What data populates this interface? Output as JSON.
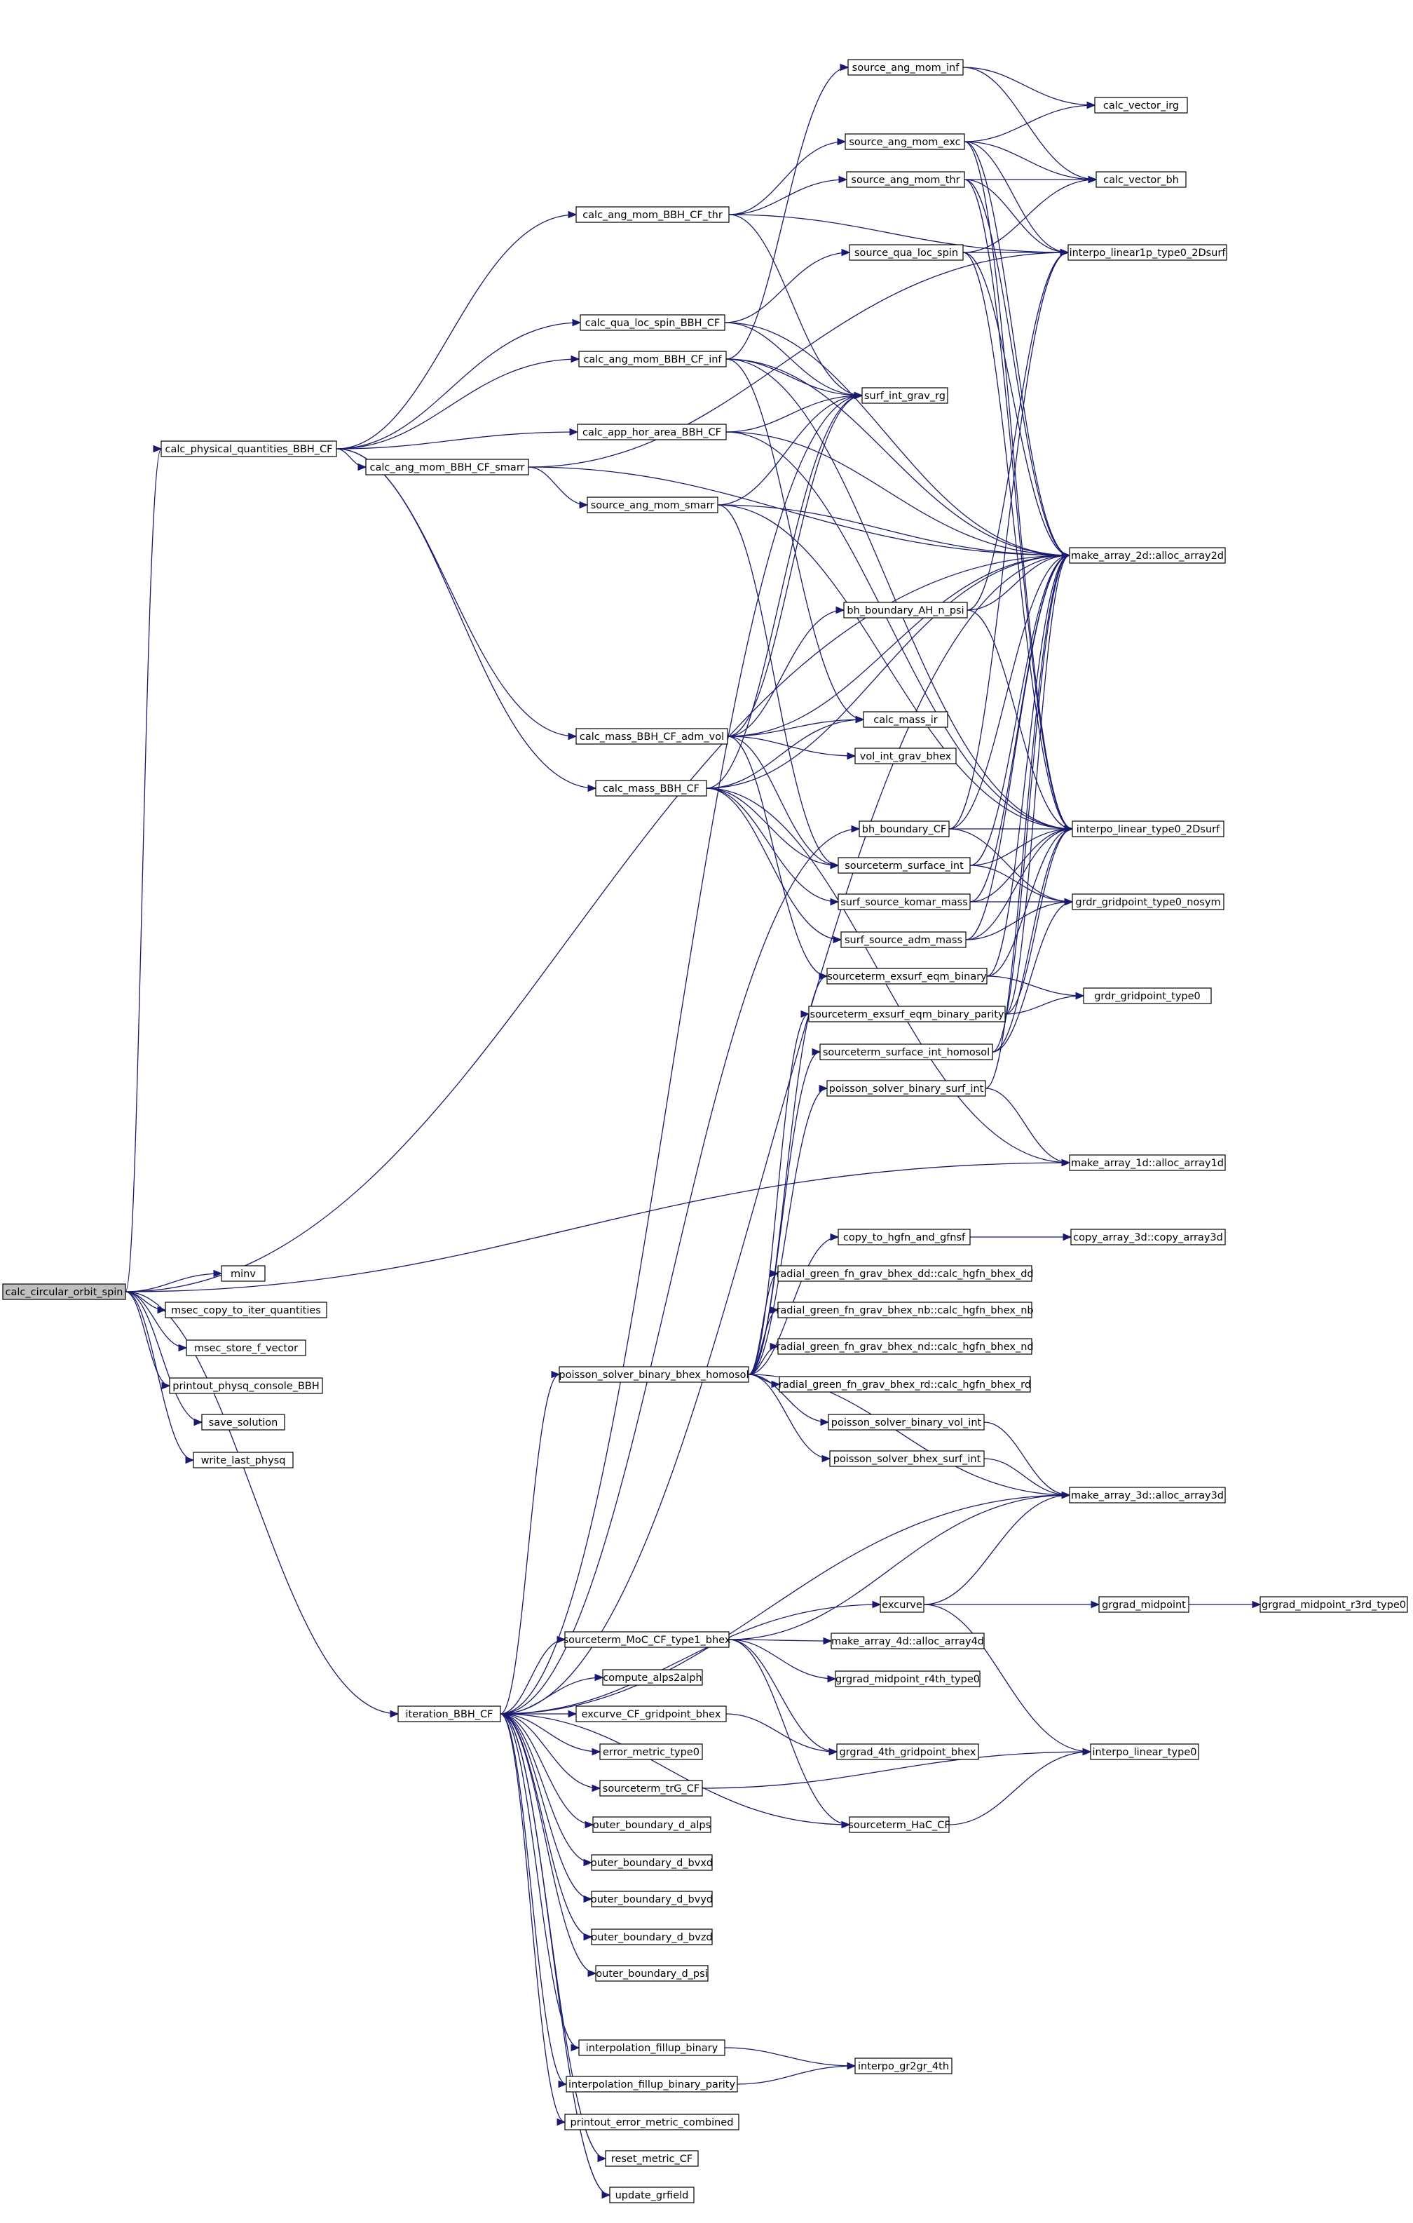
{
  "graph": {
    "root": "calc_circular_orbit_spin",
    "nodes": [
      {
        "id": "calc_circular_orbit_spin"
      },
      {
        "id": "calc_physical_quantities_BBH_CF"
      },
      {
        "id": "iteration_BBH_CF"
      },
      {
        "id": "make_array_1d::alloc_array1d"
      },
      {
        "id": "minv"
      },
      {
        "id": "msec_copy_to_iter_quantities"
      },
      {
        "id": "msec_store_f_vector"
      },
      {
        "id": "printout_physq_console_BBH"
      },
      {
        "id": "save_solution"
      },
      {
        "id": "write_last_physq"
      },
      {
        "id": "calc_ang_mom_BBH_CF_thr"
      },
      {
        "id": "calc_qua_loc_spin_BBH_CF"
      },
      {
        "id": "calc_ang_mom_BBH_CF_inf"
      },
      {
        "id": "calc_app_hor_area_BBH_CF"
      },
      {
        "id": "calc_ang_mom_BBH_CF_smarr"
      },
      {
        "id": "calc_mass_BBH_CF_adm_vol"
      },
      {
        "id": "calc_mass_BBH_CF"
      },
      {
        "id": "source_ang_mom_inf"
      },
      {
        "id": "source_ang_mom_exc"
      },
      {
        "id": "source_ang_mom_thr"
      },
      {
        "id": "source_qua_loc_spin"
      },
      {
        "id": "surf_int_grav_rg"
      },
      {
        "id": "source_ang_mom_smarr"
      },
      {
        "id": "bh_boundary_AH_n_psi"
      },
      {
        "id": "calc_mass_ir"
      },
      {
        "id": "vol_int_grav_bhex"
      },
      {
        "id": "bh_boundary_CF"
      },
      {
        "id": "sourceterm_surface_int"
      },
      {
        "id": "surf_source_komar_mass"
      },
      {
        "id": "surf_source_adm_mass"
      },
      {
        "id": "sourceterm_exsurf_eqm_binary"
      },
      {
        "id": "sourceterm_exsurf_eqm_binary_parity"
      },
      {
        "id": "sourceterm_surface_int_homosol"
      },
      {
        "id": "poisson_solver_binary_surf_int"
      },
      {
        "id": "calc_vector_irg"
      },
      {
        "id": "calc_vector_bh"
      },
      {
        "id": "interpo_linear1p_type0_2Dsurf"
      },
      {
        "id": "make_array_2d::alloc_array2d"
      },
      {
        "id": "interpo_linear_type0_2Dsurf"
      },
      {
        "id": "grdr_gridpoint_type0_nosym"
      },
      {
        "id": "grdr_gridpoint_type0"
      },
      {
        "id": "copy_to_hgfn_and_gfnsf"
      },
      {
        "id": "copy_array_3d::copy_array3d"
      },
      {
        "id": "radial_green_fn_grav_bhex_dd::calc_hgfn_bhex_dd"
      },
      {
        "id": "radial_green_fn_grav_bhex_nb::calc_hgfn_bhex_nb"
      },
      {
        "id": "radial_green_fn_grav_bhex_nd::calc_hgfn_bhex_nd"
      },
      {
        "id": "radial_green_fn_grav_bhex_rd::calc_hgfn_bhex_rd"
      },
      {
        "id": "poisson_solver_binary_bhex_homosol"
      },
      {
        "id": "poisson_solver_binary_vol_int"
      },
      {
        "id": "poisson_solver_bhex_surf_int"
      },
      {
        "id": "make_array_3d::alloc_array3d"
      },
      {
        "id": "excurve"
      },
      {
        "id": "grgrad_midpoint"
      },
      {
        "id": "grgrad_midpoint_r3rd_type0"
      },
      {
        "id": "sourceterm_MoC_CF_type1_bhex"
      },
      {
        "id": "make_array_4d::alloc_array4d"
      },
      {
        "id": "grgrad_midpoint_r4th_type0"
      },
      {
        "id": "compute_alps2alph"
      },
      {
        "id": "excurve_CF_gridpoint_bhex"
      },
      {
        "id": "grgrad_4th_gridpoint_bhex"
      },
      {
        "id": "error_metric_type0"
      },
      {
        "id": "sourceterm_trG_CF"
      },
      {
        "id": "interpo_linear_type0"
      },
      {
        "id": "sourceterm_HaC_CF"
      },
      {
        "id": "outer_boundary_d_alps"
      },
      {
        "id": "outer_boundary_d_bvxd"
      },
      {
        "id": "outer_boundary_d_bvyd"
      },
      {
        "id": "outer_boundary_d_bvzd"
      },
      {
        "id": "outer_boundary_d_psi"
      },
      {
        "id": "interpolation_fillup_binary"
      },
      {
        "id": "interpolation_fillup_binary_parity"
      },
      {
        "id": "interpo_gr2gr_4th"
      },
      {
        "id": "printout_error_metric_combined"
      },
      {
        "id": "reset_metric_CF"
      },
      {
        "id": "update_grfield"
      }
    ],
    "edges": [
      [
        "calc_circular_orbit_spin",
        "calc_physical_quantities_BBH_CF"
      ],
      [
        "calc_circular_orbit_spin",
        "iteration_BBH_CF"
      ],
      [
        "calc_circular_orbit_spin",
        "make_array_1d::alloc_array1d"
      ],
      [
        "calc_circular_orbit_spin",
        "make_array_2d::alloc_array2d"
      ],
      [
        "calc_circular_orbit_spin",
        "minv"
      ],
      [
        "calc_circular_orbit_spin",
        "msec_copy_to_iter_quantities"
      ],
      [
        "calc_circular_orbit_spin",
        "msec_store_f_vector"
      ],
      [
        "calc_circular_orbit_spin",
        "printout_physq_console_BBH"
      ],
      [
        "calc_circular_orbit_spin",
        "save_solution"
      ],
      [
        "calc_circular_orbit_spin",
        "write_last_physq"
      ],
      [
        "calc_physical_quantities_BBH_CF",
        "calc_ang_mom_BBH_CF_thr"
      ],
      [
        "calc_physical_quantities_BBH_CF",
        "calc_qua_loc_spin_BBH_CF"
      ],
      [
        "calc_physical_quantities_BBH_CF",
        "calc_ang_mom_BBH_CF_inf"
      ],
      [
        "calc_physical_quantities_BBH_CF",
        "calc_app_hor_area_BBH_CF"
      ],
      [
        "calc_physical_quantities_BBH_CF",
        "calc_ang_mom_BBH_CF_smarr"
      ],
      [
        "calc_physical_quantities_BBH_CF",
        "calc_mass_BBH_CF_adm_vol"
      ],
      [
        "calc_physical_quantities_BBH_CF",
        "calc_mass_BBH_CF"
      ],
      [
        "calc_ang_mom_BBH_CF_thr",
        "source_ang_mom_exc"
      ],
      [
        "calc_ang_mom_BBH_CF_thr",
        "source_ang_mom_thr"
      ],
      [
        "calc_ang_mom_BBH_CF_thr",
        "surf_int_grav_rg"
      ],
      [
        "calc_ang_mom_BBH_CF_thr",
        "interpo_linear1p_type0_2Dsurf"
      ],
      [
        "calc_qua_loc_spin_BBH_CF",
        "source_qua_loc_spin"
      ],
      [
        "calc_qua_loc_spin_BBH_CF",
        "surf_int_grav_rg"
      ],
      [
        "calc_qua_loc_spin_BBH_CF",
        "make_array_2d::alloc_array2d"
      ],
      [
        "calc_ang_mom_BBH_CF_inf",
        "source_ang_mom_inf"
      ],
      [
        "calc_ang_mom_BBH_CF_inf",
        "surf_int_grav_rg"
      ],
      [
        "calc_ang_mom_BBH_CF_inf",
        "make_array_2d::alloc_array2d"
      ],
      [
        "calc_ang_mom_BBH_CF_inf",
        "interpo_linear_type0_2Dsurf"
      ],
      [
        "calc_ang_mom_BBH_CF_inf",
        "calc_mass_ir"
      ],
      [
        "calc_app_hor_area_BBH_CF",
        "surf_int_grav_rg"
      ],
      [
        "calc_app_hor_area_BBH_CF",
        "make_array_2d::alloc_array2d"
      ],
      [
        "calc_app_hor_area_BBH_CF",
        "interpo_linear_type0_2Dsurf"
      ],
      [
        "calc_ang_mom_BBH_CF_smarr",
        "source_ang_mom_smarr"
      ],
      [
        "calc_ang_mom_BBH_CF_smarr",
        "interpo_linear1p_type0_2Dsurf"
      ],
      [
        "calc_ang_mom_BBH_CF_smarr",
        "make_array_2d::alloc_array2d"
      ],
      [
        "source_ang_mom_inf",
        "calc_vector_irg"
      ],
      [
        "source_ang_mom_inf",
        "calc_vector_bh"
      ],
      [
        "source_ang_mom_exc",
        "calc_vector_irg"
      ],
      [
        "source_ang_mom_exc",
        "calc_vector_bh"
      ],
      [
        "source_ang_mom_exc",
        "interpo_linear1p_type0_2Dsurf"
      ],
      [
        "source_ang_mom_exc",
        "make_array_2d::alloc_array2d"
      ],
      [
        "source_ang_mom_exc",
        "interpo_linear_type0_2Dsurf"
      ],
      [
        "source_ang_mom_thr",
        "calc_vector_bh"
      ],
      [
        "source_ang_mom_thr",
        "interpo_linear1p_type0_2Dsurf"
      ],
      [
        "source_ang_mom_thr",
        "make_array_2d::alloc_array2d"
      ],
      [
        "source_ang_mom_thr",
        "interpo_linear_type0_2Dsurf"
      ],
      [
        "source_qua_loc_spin",
        "calc_vector_bh"
      ],
      [
        "source_qua_loc_spin",
        "interpo_linear1p_type0_2Dsurf"
      ],
      [
        "source_qua_loc_spin",
        "make_array_2d::alloc_array2d"
      ],
      [
        "source_qua_loc_spin",
        "interpo_linear_type0_2Dsurf"
      ],
      [
        "source_ang_mom_smarr",
        "make_array_2d::alloc_array2d"
      ],
      [
        "source_ang_mom_smarr",
        "interpo_linear_type0_2Dsurf"
      ],
      [
        "source_ang_mom_smarr",
        "sourceterm_surface_int"
      ],
      [
        "source_ang_mom_smarr",
        "surf_int_grav_rg"
      ],
      [
        "calc_mass_BBH_CF_adm_vol",
        "surf_int_grav_rg"
      ],
      [
        "calc_mass_BBH_CF_adm_vol",
        "bh_boundary_AH_n_psi"
      ],
      [
        "calc_mass_BBH_CF_adm_vol",
        "calc_mass_ir"
      ],
      [
        "calc_mass_BBH_CF_adm_vol",
        "vol_int_grav_bhex"
      ],
      [
        "calc_mass_BBH_CF_adm_vol",
        "sourceterm_surface_int"
      ],
      [
        "calc_mass_BBH_CF_adm_vol",
        "sourceterm_exsurf_eqm_binary"
      ],
      [
        "calc_mass_BBH_CF_adm_vol",
        "make_array_2d::alloc_array2d"
      ],
      [
        "calc_mass_BBH_CF",
        "surf_int_grav_rg"
      ],
      [
        "calc_mass_BBH_CF",
        "calc_mass_ir"
      ],
      [
        "calc_mass_BBH_CF",
        "sourceterm_surface_int"
      ],
      [
        "calc_mass_BBH_CF",
        "surf_source_komar_mass"
      ],
      [
        "calc_mass_BBH_CF",
        "surf_source_adm_mass"
      ],
      [
        "calc_mass_BBH_CF",
        "make_array_1d::alloc_array1d"
      ],
      [
        "calc_mass_BBH_CF",
        "make_array_2d::alloc_array2d"
      ],
      [
        "bh_boundary_AH_n_psi",
        "interpo_linear1p_type0_2Dsurf"
      ],
      [
        "bh_boundary_AH_n_psi",
        "make_array_2d::alloc_array2d"
      ],
      [
        "bh_boundary_AH_n_psi",
        "interpo_linear_type0_2Dsurf"
      ],
      [
        "bh_boundary_CF",
        "interpo_linear1p_type0_2Dsurf"
      ],
      [
        "bh_boundary_CF",
        "make_array_2d::alloc_array2d"
      ],
      [
        "bh_boundary_CF",
        "interpo_linear_type0_2Dsurf"
      ],
      [
        "bh_boundary_CF",
        "grdr_gridpoint_type0_nosym"
      ],
      [
        "sourceterm_surface_int",
        "make_array_2d::alloc_array2d"
      ],
      [
        "sourceterm_surface_int",
        "interpo_linear_type0_2Dsurf"
      ],
      [
        "sourceterm_surface_int",
        "grdr_gridpoint_type0_nosym"
      ],
      [
        "surf_source_komar_mass",
        "make_array_2d::alloc_array2d"
      ],
      [
        "surf_source_komar_mass",
        "interpo_linear_type0_2Dsurf"
      ],
      [
        "surf_source_komar_mass",
        "grdr_gridpoint_type0_nosym"
      ],
      [
        "surf_source_adm_mass",
        "make_array_2d::alloc_array2d"
      ],
      [
        "surf_source_adm_mass",
        "interpo_linear_type0_2Dsurf"
      ],
      [
        "surf_source_adm_mass",
        "grdr_gridpoint_type0_nosym"
      ],
      [
        "sourceterm_exsurf_eqm_binary",
        "make_array_2d::alloc_array2d"
      ],
      [
        "sourceterm_exsurf_eqm_binary",
        "interpo_linear_type0_2Dsurf"
      ],
      [
        "sourceterm_exsurf_eqm_binary",
        "grdr_gridpoint_type0"
      ],
      [
        "sourceterm_exsurf_eqm_binary_parity",
        "make_array_2d::alloc_array2d"
      ],
      [
        "sourceterm_exsurf_eqm_binary_parity",
        "interpo_linear_type0_2Dsurf"
      ],
      [
        "sourceterm_exsurf_eqm_binary_parity",
        "grdr_gridpoint_type0"
      ],
      [
        "sourceterm_surface_int_homosol",
        "make_array_2d::alloc_array2d"
      ],
      [
        "sourceterm_surface_int_homosol",
        "interpo_linear_type0_2Dsurf"
      ],
      [
        "sourceterm_surface_int_homosol",
        "grdr_gridpoint_type0_nosym"
      ],
      [
        "poisson_solver_binary_surf_int",
        "make_array_1d::alloc_array1d"
      ],
      [
        "poisson_solver_binary_surf_int",
        "make_array_2d::alloc_array2d"
      ],
      [
        "copy_to_hgfn_and_gfnsf",
        "copy_array_3d::copy_array3d"
      ],
      [
        "iteration_BBH_CF",
        "surf_int_grav_rg"
      ],
      [
        "iteration_BBH_CF",
        "make_array_2d::alloc_array2d"
      ],
      [
        "iteration_BBH_CF",
        "bh_boundary_CF"
      ],
      [
        "iteration_BBH_CF",
        "make_array_3d::alloc_array3d"
      ],
      [
        "iteration_BBH_CF",
        "poisson_solver_binary_bhex_homosol"
      ],
      [
        "iteration_BBH_CF",
        "excurve"
      ],
      [
        "iteration_BBH_CF",
        "sourceterm_MoC_CF_type1_bhex"
      ],
      [
        "iteration_BBH_CF",
        "compute_alps2alph"
      ],
      [
        "iteration_BBH_CF",
        "excurve_CF_gridpoint_bhex"
      ],
      [
        "iteration_BBH_CF",
        "error_metric_type0"
      ],
      [
        "iteration_BBH_CF",
        "sourceterm_trG_CF"
      ],
      [
        "iteration_BBH_CF",
        "sourceterm_HaC_CF"
      ],
      [
        "iteration_BBH_CF",
        "outer_boundary_d_alps"
      ],
      [
        "iteration_BBH_CF",
        "outer_boundary_d_bvxd"
      ],
      [
        "iteration_BBH_CF",
        "outer_boundary_d_bvyd"
      ],
      [
        "iteration_BBH_CF",
        "outer_boundary_d_bvzd"
      ],
      [
        "iteration_BBH_CF",
        "outer_boundary_d_psi"
      ],
      [
        "iteration_BBH_CF",
        "interpolation_fillup_binary"
      ],
      [
        "iteration_BBH_CF",
        "interpolation_fillup_binary_parity"
      ],
      [
        "iteration_BBH_CF",
        "printout_error_metric_combined"
      ],
      [
        "iteration_BBH_CF",
        "reset_metric_CF"
      ],
      [
        "iteration_BBH_CF",
        "update_grfield"
      ],
      [
        "poisson_solver_binary_bhex_homosol",
        "sourceterm_exsurf_eqm_binary"
      ],
      [
        "poisson_solver_binary_bhex_homosol",
        "sourceterm_exsurf_eqm_binary_parity"
      ],
      [
        "poisson_solver_binary_bhex_homosol",
        "sourceterm_surface_int_homosol"
      ],
      [
        "poisson_solver_binary_bhex_homosol",
        "poisson_solver_binary_surf_int"
      ],
      [
        "poisson_solver_binary_bhex_homosol",
        "copy_to_hgfn_and_gfnsf"
      ],
      [
        "poisson_solver_binary_bhex_homosol",
        "radial_green_fn_grav_bhex_dd::calc_hgfn_bhex_dd"
      ],
      [
        "poisson_solver_binary_bhex_homosol",
        "radial_green_fn_grav_bhex_nb::calc_hgfn_bhex_nb"
      ],
      [
        "poisson_solver_binary_bhex_homosol",
        "radial_green_fn_grav_bhex_nd::calc_hgfn_bhex_nd"
      ],
      [
        "poisson_solver_binary_bhex_homosol",
        "radial_green_fn_grav_bhex_rd::calc_hgfn_bhex_rd"
      ],
      [
        "poisson_solver_binary_bhex_homosol",
        "poisson_solver_binary_vol_int"
      ],
      [
        "poisson_solver_binary_bhex_homosol",
        "poisson_solver_bhex_surf_int"
      ],
      [
        "poisson_solver_binary_bhex_homosol",
        "make_array_3d::alloc_array3d"
      ],
      [
        "poisson_solver_binary_vol_int",
        "make_array_3d::alloc_array3d"
      ],
      [
        "poisson_solver_bhex_surf_int",
        "make_array_3d::alloc_array3d"
      ],
      [
        "excurve",
        "make_array_3d::alloc_array3d"
      ],
      [
        "excurve",
        "grgrad_midpoint"
      ],
      [
        "excurve",
        "interpo_linear_type0"
      ],
      [
        "grgrad_midpoint",
        "grgrad_midpoint_r3rd_type0"
      ],
      [
        "sourceterm_MoC_CF_type1_bhex",
        "make_array_3d::alloc_array3d"
      ],
      [
        "sourceterm_MoC_CF_type1_bhex",
        "make_array_4d::alloc_array4d"
      ],
      [
        "sourceterm_MoC_CF_type1_bhex",
        "grgrad_midpoint_r4th_type0"
      ],
      [
        "sourceterm_MoC_CF_type1_bhex",
        "grgrad_4th_gridpoint_bhex"
      ],
      [
        "sourceterm_MoC_CF_type1_bhex",
        "sourceterm_HaC_CF"
      ],
      [
        "excurve_CF_gridpoint_bhex",
        "grgrad_4th_gridpoint_bhex"
      ],
      [
        "sourceterm_trG_CF",
        "interpo_linear_type0"
      ],
      [
        "sourceterm_HaC_CF",
        "interpo_linear_type0"
      ],
      [
        "interpolation_fillup_binary",
        "interpo_gr2gr_4th"
      ],
      [
        "interpolation_fillup_binary_parity",
        "interpo_gr2gr_4th"
      ]
    ]
  }
}
